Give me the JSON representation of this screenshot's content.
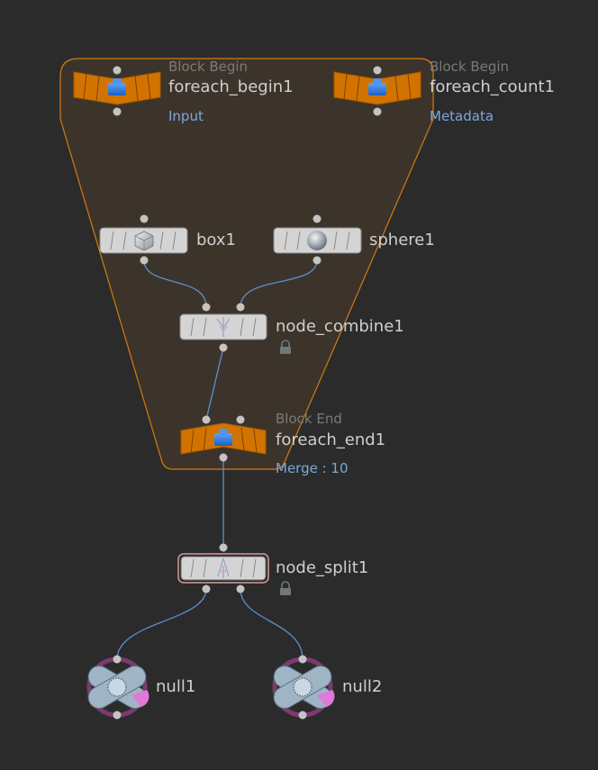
{
  "colors": {
    "background": "#2b2b2b",
    "block_fill": "#3c342b",
    "block_outline": "#d27a12",
    "block_node_fill": "#d27300",
    "std_node_fill": "#d4d4d4",
    "wire": "#5b8fcc",
    "port": "#c4c4c4",
    "label": "#cfcfcf",
    "sublabel": "#7a7a7a",
    "info": "#7aa8de",
    "selected_outline": "#d89a9a",
    "null_ring": "#7a3a72",
    "null_body": "#9fb5c6",
    "null_flag": "#e07ad8",
    "lock": "#6e7a7a"
  },
  "block": {
    "name": "foreach-block"
  },
  "nodes": [
    {
      "id": "foreach_begin1",
      "kind": "block",
      "type_label": "Block Begin",
      "name": "foreach_begin1",
      "info": "Input",
      "icon": "cube-stack-icon"
    },
    {
      "id": "foreach_count1",
      "kind": "block",
      "type_label": "Block Begin",
      "name": "foreach_count1",
      "info": "Metadata",
      "icon": "cube-stack-icon"
    },
    {
      "id": "box1",
      "kind": "std",
      "name": "box1",
      "icon": "box-icon"
    },
    {
      "id": "sphere1",
      "kind": "std",
      "name": "sphere1",
      "icon": "sphere-icon"
    },
    {
      "id": "node_combine1",
      "kind": "std",
      "name": "node_combine1",
      "icon": "combine-icon",
      "locked": true
    },
    {
      "id": "foreach_end1",
      "kind": "blockend",
      "type_label": "Block End",
      "name": "foreach_end1",
      "info": "Merge : 10",
      "icon": "cube-stack-icon"
    },
    {
      "id": "node_split1",
      "kind": "std",
      "name": "node_split1",
      "icon": "split-icon",
      "locked": true,
      "selected": true
    },
    {
      "id": "null1",
      "kind": "null",
      "name": "null1",
      "icon": "null-icon"
    },
    {
      "id": "null2",
      "kind": "null",
      "name": "null2",
      "icon": "null-icon"
    }
  ],
  "connections": [
    {
      "from": "box1",
      "to": "node_combine1",
      "to_port": 0
    },
    {
      "from": "sphere1",
      "to": "node_combine1",
      "to_port": 1
    },
    {
      "from": "node_combine1",
      "to": "foreach_end1",
      "to_port": 0
    },
    {
      "from": "foreach_end1",
      "to": "node_split1",
      "to_port": 0
    },
    {
      "from": "node_split1",
      "from_port": 0,
      "to": "null1"
    },
    {
      "from": "node_split1",
      "from_port": 1,
      "to": "null2"
    }
  ]
}
